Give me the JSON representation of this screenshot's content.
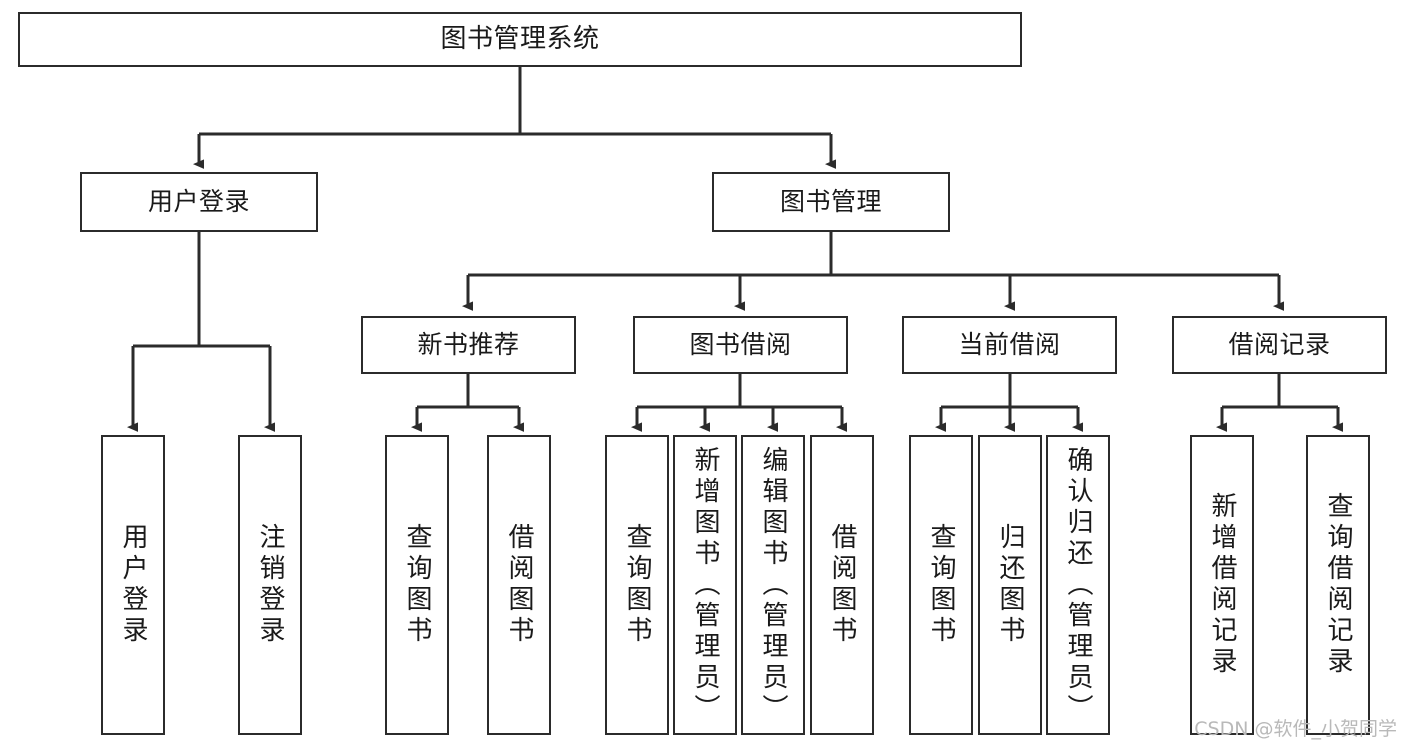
{
  "diagram": {
    "title": "图书管理系统",
    "type": "tree",
    "watermark": "CSDN @软件_小贺同学",
    "colors": {
      "background": "#ffffff",
      "node_border": "#2b2b2b",
      "node_fill": "#ffffff",
      "connector": "#2b2b2b",
      "text": "#1a1a1a",
      "watermark": "#b9b9b9"
    },
    "nodes": {
      "root": {
        "label": "图书管理系统"
      },
      "level1": [
        {
          "label": "用户登录"
        },
        {
          "label": "图书管理"
        }
      ],
      "level2": [
        {
          "label": "新书推荐"
        },
        {
          "label": "图书借阅"
        },
        {
          "label": "当前借阅"
        },
        {
          "label": "借阅记录"
        }
      ],
      "leaves": {
        "user_login": [
          {
            "label": "用户登录"
          },
          {
            "label": "注销登录"
          }
        ],
        "new_book_recommend": [
          {
            "label": "查询图书"
          },
          {
            "label": "借阅图书"
          }
        ],
        "book_borrow": [
          {
            "label": "查询图书"
          },
          {
            "label": "新增图书（管理员）"
          },
          {
            "label": "编辑图书（管理员）"
          },
          {
            "label": "借阅图书"
          }
        ],
        "current_borrow": [
          {
            "label": "查询图书"
          },
          {
            "label": "归还图书"
          },
          {
            "label": "确认归还（管理员）"
          }
        ],
        "borrow_records": [
          {
            "label": "新增借阅记录"
          },
          {
            "label": "查询借阅记录"
          }
        ]
      }
    }
  }
}
